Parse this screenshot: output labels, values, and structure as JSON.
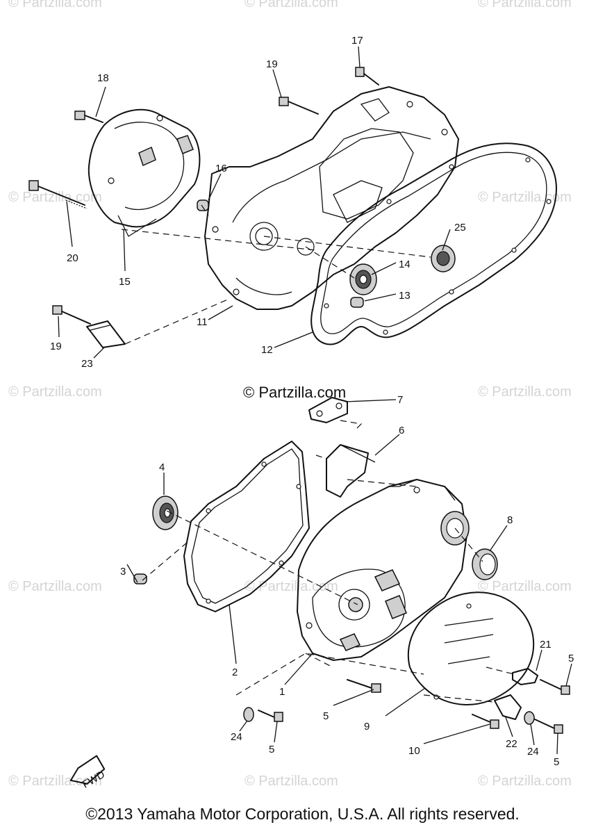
{
  "watermark": {
    "text": "© Partzilla.com",
    "center_text": "© Partzilla.com"
  },
  "callouts": {
    "p1": "1",
    "p2": "2",
    "p3": "3",
    "p4": "4",
    "p5a": "5",
    "p5b": "5",
    "p5c": "5",
    "p5d": "5",
    "p6": "6",
    "p7": "7",
    "p8": "8",
    "p9": "9",
    "p10": "10",
    "p11": "11",
    "p12": "12",
    "p13": "13",
    "p14": "14",
    "p15": "15",
    "p16": "16",
    "p17": "17",
    "p18": "18",
    "p19a": "19",
    "p19b": "19",
    "p20": "20",
    "p21": "21",
    "p22": "22",
    "p23": "23",
    "p24a": "24",
    "p24b": "24",
    "p25": "25"
  },
  "fwd_label": "FWD",
  "copyright": "©2013 Yamaha Motor Corporation, U.S.A. All rights reserved.",
  "colors": {
    "ink": "#111111",
    "watermark": "#d4d4d4",
    "background": "#ffffff"
  }
}
